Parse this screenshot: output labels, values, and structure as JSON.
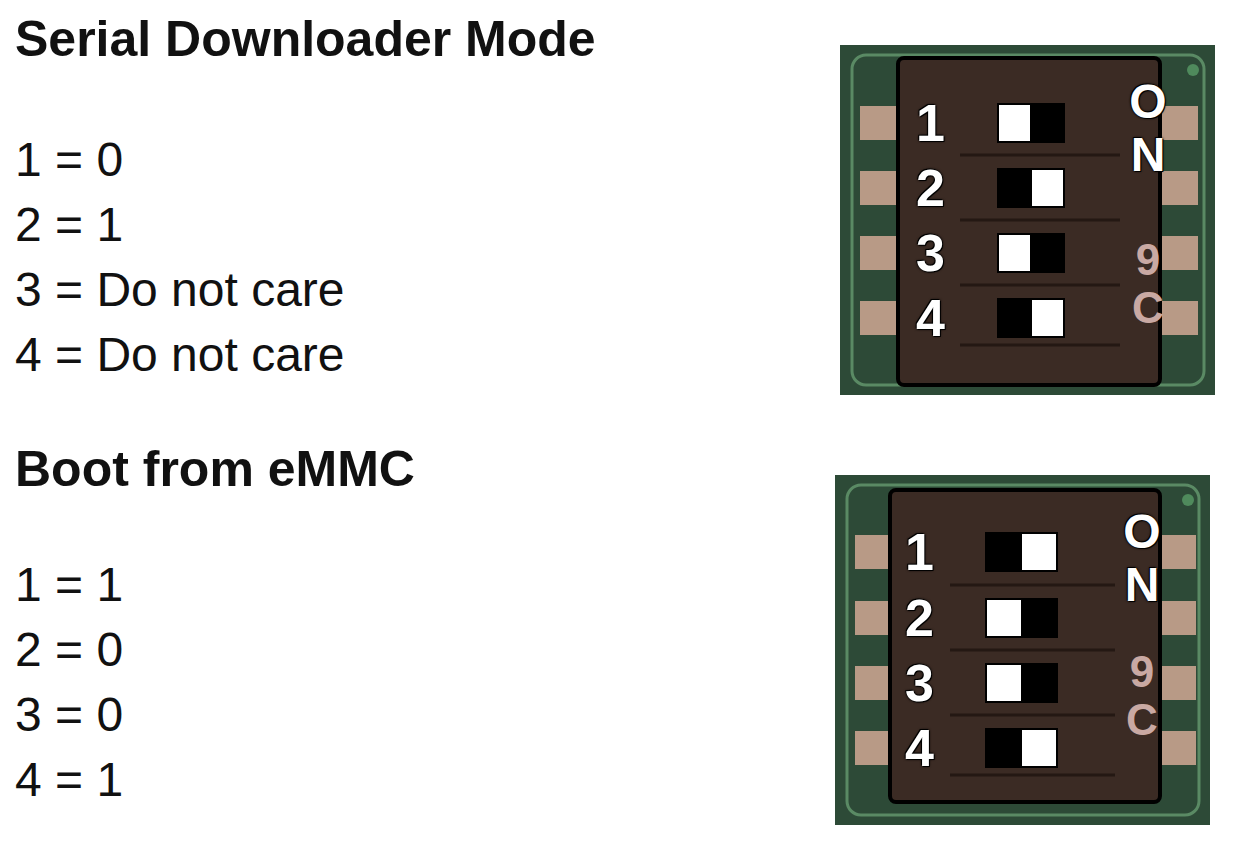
{
  "diagram": {
    "labels": [
      "Serial Downloader Mode",
      "1 = 0",
      "2 = 1",
      "3 = Do not care",
      "4 = Do not care",
      "1",
      "2",
      "3",
      "4",
      "ON",
      "9C",
      "Boot from eMMC",
      "1 = 1",
      "2 = 0",
      "3 = 0",
      "4 = 1",
      "1",
      "2",
      "3",
      "4",
      "ON",
      "9C"
    ]
  }
}
